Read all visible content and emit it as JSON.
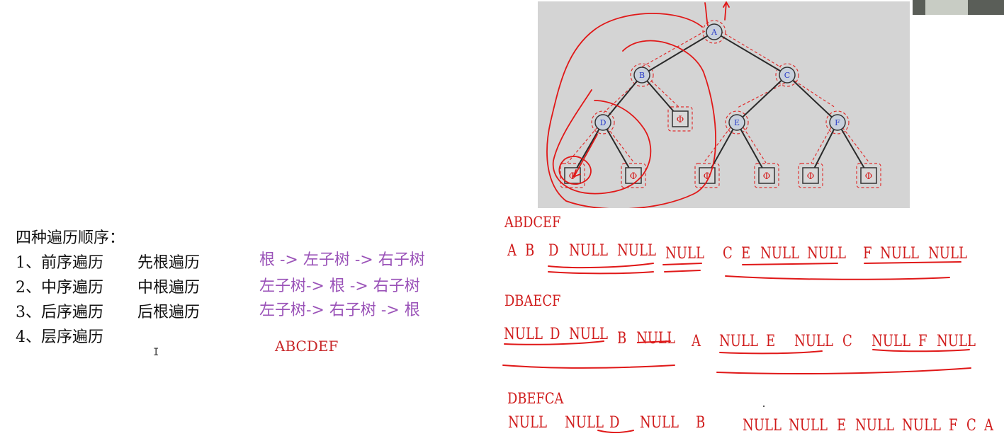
{
  "tree": {
    "nodes": [
      "A",
      "B",
      "C",
      "D",
      "E",
      "F"
    ],
    "null_symbol": "Φ"
  },
  "intro": {
    "heading": "四种遍历顺序：",
    "items": [
      {
        "name": "1、前序遍历",
        "alias": "先根遍历",
        "order": "根 -> 左子树 -> 右子树"
      },
      {
        "name": "2、中序遍历",
        "alias": "中根遍历",
        "order": "左子树-> 根 -> 右子树"
      },
      {
        "name": "3、后序遍历",
        "alias": "后根遍历",
        "order": "左子树-> 右子树 -> 根"
      },
      {
        "name": "4、层序遍历",
        "alias": "",
        "order": ""
      }
    ],
    "level_result": "ABCDEF"
  },
  "notes": {
    "preorder": {
      "label": "ABDCEF",
      "sequence": [
        "A",
        "B",
        "D",
        "NULL",
        "NULL",
        "NULL",
        "C",
        "E",
        "NULL",
        "NULL",
        "F",
        "NULL",
        "NULL"
      ]
    },
    "inorder": {
      "label": "DBAECF",
      "sequence": [
        "NULL",
        "D",
        "NULL",
        "B",
        "NULL",
        "A",
        "NULL",
        "E",
        "NULL",
        "C",
        "NULL",
        "F",
        "NULL"
      ]
    },
    "postorder": {
      "label": "DBEFCA",
      "sequence": [
        "NULL",
        "NULL",
        "D",
        "NULL",
        "B",
        "NULL",
        "NULL",
        "E",
        "NULL",
        "NULL",
        "F",
        "C",
        "A"
      ]
    }
  },
  "colors": {
    "ink_red": "#d01c1c",
    "purple": "#9a52b8",
    "panel_gray": "#d4d4d4",
    "node_fill": "#c8d0dc",
    "node_text": "#2a3cc8"
  }
}
